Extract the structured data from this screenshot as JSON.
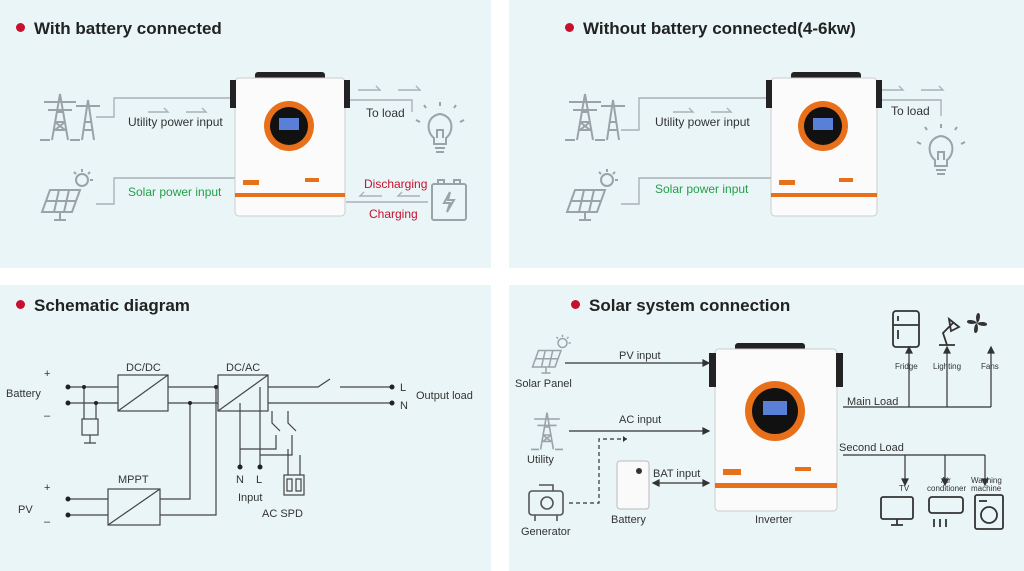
{
  "panels": {
    "with_battery": {
      "title": "With battery connected",
      "utility_label": "Utility power input",
      "solar_label": "Solar power input",
      "to_load": "To load",
      "discharging": "Discharging",
      "charging": "Charging"
    },
    "without_battery": {
      "title": "Without battery connected(4-6kw)",
      "utility_label": "Utility power input",
      "solar_label": "Solar power input",
      "to_load": "To load"
    },
    "schematic": {
      "title": "Schematic diagram",
      "battery": "Battery",
      "pv": "PV",
      "plus": "+",
      "minus": "–",
      "dcdc": "DC/DC",
      "dcac": "DC/AC",
      "mppt": "MPPT",
      "l": "L",
      "n": "N",
      "output_load": "Output load",
      "input": "Input",
      "ac_spd": "AC SPD"
    },
    "solar_system": {
      "title": "Solar system connection",
      "solar_panel": "Solar Panel",
      "pv_input": "PV input",
      "utility": "Utility",
      "ac_input": "AC input",
      "generator": "Generator",
      "battery": "Battery",
      "bat_input": "BAT input",
      "inverter": "Inverter",
      "main_load": "Main Load",
      "second_load": "Second Load",
      "fridge": "Fridge",
      "lighting": "Lighting",
      "fans": "Fans",
      "tv": "TV",
      "air_conditioner_1": "Air",
      "air_conditioner_2": "conditioner",
      "washing_1": "Washing",
      "washing_2": "machine"
    }
  },
  "colors": {
    "accent": "#c8102e",
    "solar_green": "#22a04b",
    "discharge_red": "#c8102e",
    "panel_bg": "#eaf5f7",
    "inverter_orange": "#e8701a"
  },
  "icons": [
    "pylon-icon",
    "solar-panel-icon",
    "bulb-icon",
    "battery-icon",
    "fridge-icon",
    "lamp-icon",
    "fan-icon",
    "tv-icon",
    "air-conditioner-icon",
    "washing-machine-icon",
    "generator-icon",
    "inverter-icon"
  ]
}
